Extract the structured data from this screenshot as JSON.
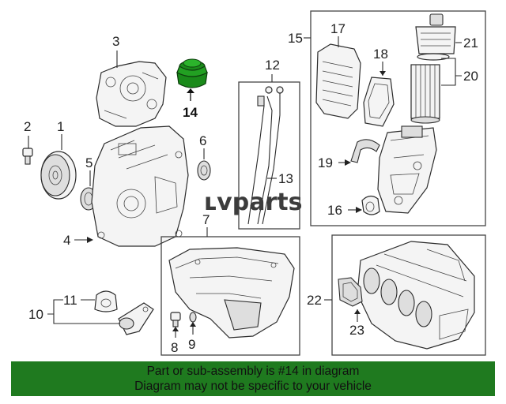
{
  "diagram": {
    "callouts": {
      "c1": "1",
      "c2": "2",
      "c3": "3",
      "c4": "4",
      "c5": "5",
      "c6": "6",
      "c7": "7",
      "c8": "8",
      "c9": "9",
      "c10": "10",
      "c11": "11",
      "c12": "12",
      "c13": "13",
      "c14": "14",
      "c15": "15",
      "c16": "16",
      "c17": "17",
      "c18": "18",
      "c19": "19",
      "c20": "20",
      "c21": "21",
      "c22": "22",
      "c23": "23"
    },
    "watermark": {
      "prefix": "ʟv",
      "brand": "parts"
    },
    "highlight_color": "#1a8a1a"
  },
  "banner": {
    "line1": "Part or sub-assembly is #14 in diagram",
    "line2": "Diagram may not be specific to your vehicle",
    "color": "#1f7a1f"
  }
}
